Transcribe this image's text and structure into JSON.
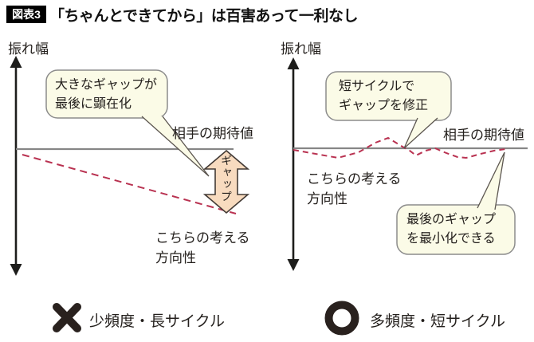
{
  "title": {
    "badge": "図表3",
    "text": "「ちゃんとできてから」は百害あって一利なし"
  },
  "colors": {
    "ink": "#1d1d1b",
    "expectation_line_gray": "#868686",
    "direction_dash_red": "#b93251",
    "callout_fill": "#fbfbe7",
    "callout_border": "#8c8c8c",
    "gap_arrow_fill": "#f8dbbf",
    "badge_bg": "#000000",
    "badge_text": "#ffffff"
  },
  "left_panel": {
    "axis_label": "振れ幅",
    "callout": {
      "line1": "大きなギャップが",
      "line2": "最後に顕在化"
    },
    "expectation_label": "相手の期待値",
    "gap_label": "ギャップ",
    "direction": {
      "line1": "こちらの考える",
      "line2": "方向性"
    },
    "verdict": {
      "mark": "cross",
      "label": "少頻度・長サイクル"
    }
  },
  "right_panel": {
    "axis_label": "振れ幅",
    "callout_top": {
      "line1": "短サイクルで",
      "line2": "ギャップを修正"
    },
    "expectation_label": "相手の期待値",
    "direction": {
      "line1": "こちらの考える",
      "line2": "方向性"
    },
    "callout_bottom": {
      "line1": "最後のギャップ",
      "line2": "を最小化できる"
    },
    "verdict": {
      "mark": "circle",
      "label": "多頻度・短サイクル"
    }
  }
}
